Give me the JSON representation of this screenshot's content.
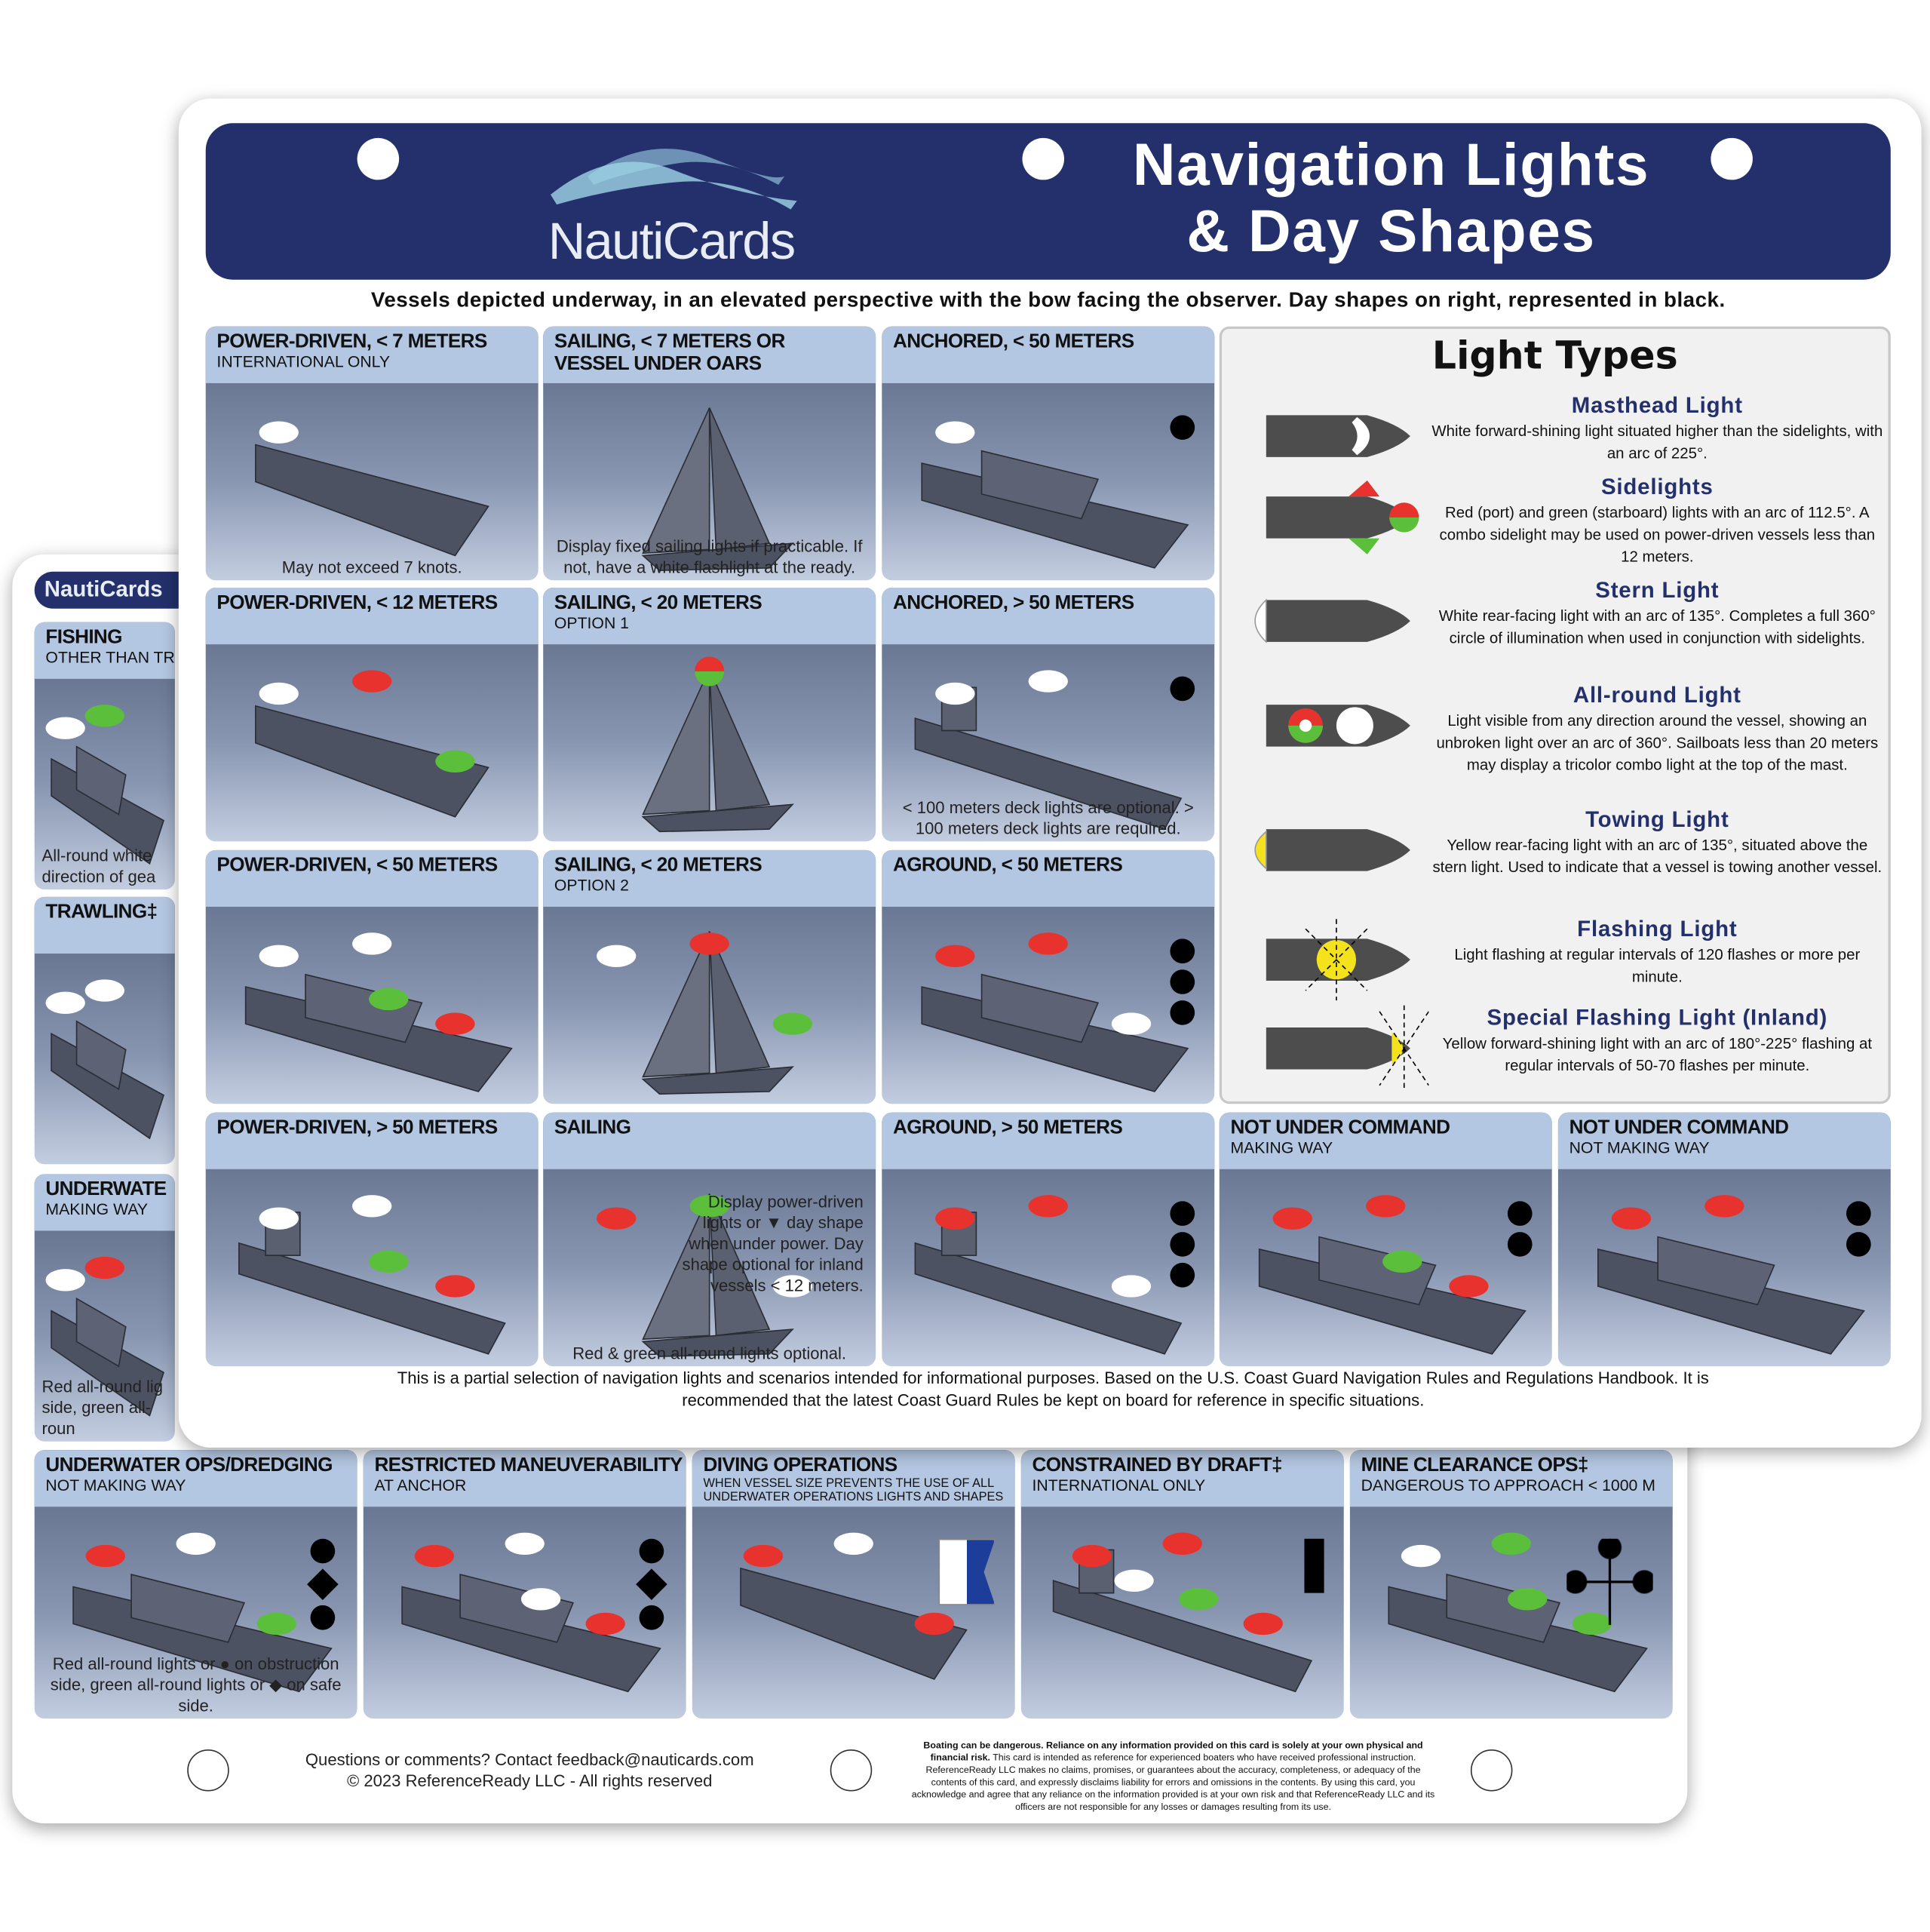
{
  "brand": "NautiCards",
  "front": {
    "title_line1": "Navigation Lights",
    "title_line2": "& Day Shapes",
    "subtitle": "Vessels depicted underway, in an elevated perspective with the bow facing the observer. Day shapes on right, represented in black.",
    "tiles": [
      {
        "title": "POWER-DRIVEN, < 7 METERS",
        "sub": "INTERNATIONAL ONLY",
        "note": "May not exceed 7 knots.",
        "ship": "skiff",
        "lights": [
          "white"
        ],
        "shapes": []
      },
      {
        "title": "SAILING, < 7 METERS OR",
        "sub": "VESSEL UNDER OARS",
        "note": "Display fixed sailing lights if practicable. If not, have a white flashlight at the ready.",
        "ship": "dinghy",
        "lights": [],
        "shapes": [],
        "sub_bold": true
      },
      {
        "title": "ANCHORED, < 50 METERS",
        "sub": "",
        "note": "",
        "ship": "motor",
        "lights": [
          "white"
        ],
        "shapes": [
          "ball"
        ]
      },
      {
        "title": "POWER-DRIVEN, < 12 METERS",
        "sub": "",
        "note": "",
        "ship": "skiff",
        "lights": [
          "white",
          "red",
          "green"
        ],
        "shapes": []
      },
      {
        "title": "SAILING, < 20 METERS",
        "sub": "OPTION 1",
        "note": "",
        "ship": "sail",
        "lights": [
          "tricolor"
        ],
        "shapes": []
      },
      {
        "title": "ANCHORED, > 50 METERS",
        "sub": "",
        "note": "< 100 meters deck lights are optional. > 100 meters deck lights are required.",
        "ship": "tanker",
        "lights": [
          "white",
          "white"
        ],
        "shapes": [
          "ball"
        ]
      },
      {
        "title": "POWER-DRIVEN, < 50 METERS",
        "sub": "",
        "note": "",
        "ship": "motor",
        "lights": [
          "white",
          "white",
          "red",
          "green"
        ],
        "shapes": []
      },
      {
        "title": "SAILING, < 20 METERS",
        "sub": "OPTION 2",
        "note": "",
        "ship": "sail",
        "lights": [
          "white",
          "red",
          "green"
        ],
        "shapes": []
      },
      {
        "title": "AGROUND, < 50 METERS",
        "sub": "",
        "note": "",
        "ship": "motor",
        "lights": [
          "red",
          "red",
          "white"
        ],
        "shapes": [
          "ball",
          "ball",
          "ball"
        ]
      },
      {
        "title": "POWER-DRIVEN, > 50 METERS",
        "sub": "",
        "note": "",
        "ship": "tanker",
        "lights": [
          "white",
          "white",
          "red",
          "green"
        ],
        "shapes": []
      },
      {
        "title": "SAILING",
        "sub": "",
        "note": "Red & green all-round lights optional.",
        "side": "Display power-driven lights or ▼ day shape when under power. Day shape optional for inland vessels < 12 meters.",
        "ship": "sail",
        "lights": [
          "red",
          "green",
          "white"
        ],
        "shapes": []
      },
      {
        "title": "AGROUND, > 50 METERS",
        "sub": "",
        "note": "",
        "ship": "tanker",
        "lights": [
          "red",
          "red",
          "white"
        ],
        "shapes": [
          "ball",
          "ball",
          "ball"
        ]
      },
      {
        "title": "NOT UNDER COMMAND",
        "sub": "MAKING WAY",
        "note": "",
        "ship": "motor",
        "lights": [
          "red",
          "red",
          "red",
          "green"
        ],
        "shapes": [
          "ball",
          "ball"
        ]
      },
      {
        "title": "NOT UNDER COMMAND",
        "sub": "NOT MAKING WAY",
        "note": "",
        "ship": "motor",
        "lights": [
          "red",
          "red"
        ],
        "shapes": [
          "ball",
          "ball"
        ]
      }
    ],
    "light_types": {
      "heading": "Light Types",
      "items": [
        {
          "name": "Masthead Light",
          "desc": "White forward-shining light situated higher than the sidelights, with an arc of 225°.",
          "icon": "masthead"
        },
        {
          "name": "Sidelights",
          "desc": "Red (port) and green (starboard) lights with an arc of 112.5°. A combo sidelight may be used on power-driven vessels less than 12 meters.",
          "icon": "sidelights"
        },
        {
          "name": "Stern Light",
          "desc": "White rear-facing light with an arc of 135°. Completes a full 360° circle of illumination when used in conjunction with sidelights.",
          "icon": "stern"
        },
        {
          "name": "All-round Light",
          "desc": "Light visible from any direction around the vessel, showing an unbroken light over an arc of 360°. Sailboats less than 20 meters may display a tricolor combo light at the top of the mast.",
          "icon": "allround"
        },
        {
          "name": "Towing Light",
          "desc": "Yellow rear-facing light with an arc of 135°, situated above the stern light. Used to indicate that a vessel is towing another vessel.",
          "icon": "towing"
        },
        {
          "name": "Flashing Light",
          "desc": "Light flashing at regular intervals of 120 flashes or more per minute.",
          "icon": "flashing"
        },
        {
          "name": "Special Flashing Light (Inland)",
          "desc": "Yellow forward-shining light with an arc of 180°-225° flashing at regular intervals of 50-70 flashes per minute.",
          "icon": "special"
        }
      ]
    },
    "disclaimer": "This is a partial selection of navigation lights and scenarios intended for informational purposes. Based on the U.S. Coast Guard Navigation Rules and Regulations Handbook. It is recommended that the latest Coast Guard Rules be kept on board for reference in specific situations."
  },
  "back": {
    "left_tiles": [
      {
        "title": "FISHING",
        "sub": "OTHER THAN TR",
        "note": "All-round white direction of gea",
        "ship": "trawler",
        "lights": [
          "white",
          "green"
        ],
        "shapes": []
      },
      {
        "title": "TRAWLING‡",
        "sub": "",
        "note": "",
        "ship": "trawler",
        "lights": [
          "white",
          "white"
        ],
        "shapes": []
      },
      {
        "title": "UNDERWATE",
        "sub": "MAKING WAY",
        "note": "Red all-round lig side, green all-roun",
        "ship": "dredge",
        "lights": [
          "white",
          "red"
        ],
        "shapes": []
      }
    ],
    "bottom_tiles": [
      {
        "title": "UNDERWATER OPS/DREDGING",
        "sub": "NOT MAKING WAY",
        "note": "Red all-round lights or ● on obstruction side, green all-round lights or ◆ on safe side.",
        "ship": "dredge",
        "lights": [
          "red",
          "white",
          "green"
        ],
        "shapes": [
          "ball",
          "dia",
          "ball"
        ]
      },
      {
        "title": "RESTRICTED MANEUVERABILITY",
        "sub": "AT ANCHOR",
        "note": "",
        "ship": "trawler",
        "lights": [
          "red",
          "white",
          "red",
          "white"
        ],
        "shapes": [
          "ball",
          "dia",
          "ball"
        ]
      },
      {
        "title": "DIVING OPERATIONS",
        "sub": "WHEN VESSEL SIZE PREVENTS THE USE OF ALL UNDERWATER OPERATIONS LIGHTS AND SHAPES",
        "note": "",
        "ship": "skiff",
        "lights": [
          "red",
          "white",
          "red"
        ],
        "shapes": [
          "flag-alpha"
        ]
      },
      {
        "title": "CONSTRAINED BY DRAFT‡",
        "sub": "INTERNATIONAL ONLY",
        "note": "",
        "ship": "tanker",
        "lights": [
          "red",
          "red",
          "red",
          "green",
          "white"
        ],
        "shapes": [
          "cyl"
        ]
      },
      {
        "title": "MINE CLEARANCE OPS‡",
        "sub": "DANGEROUS TO APPROACH < 1000 M",
        "note": "",
        "ship": "trawler",
        "lights": [
          "white",
          "green",
          "green",
          "green"
        ],
        "shapes": [
          "cross"
        ]
      }
    ],
    "contact": "Questions or comments? Contact feedback@nauticards.com",
    "copyright": "© 2023 ReferenceReady LLC  -  All rights reserved",
    "legal_bold": "Boating can be dangerous. Reliance on any information provided on this card is solely at your own physical and financial risk.",
    "legal": "This card is intended as reference for experienced boaters who have received professional instruction. ReferenceReady LLC makes no claims, promises, or guarantees about the accuracy, completeness, or adequacy of the contents of this card, and expressly disclaims liability for errors and omissions in the contents. By using this card, you acknowledge and agree that any reliance on the information provided is at your own risk and that ReferenceReady LLC and its officers are not responsible for any losses or damages resulting from its use."
  },
  "colors": {
    "navy": "#23306b",
    "tile_header": "#b4c7e2",
    "red": "#e8322e",
    "green": "#5cbf3c",
    "white": "#ffffff",
    "yellow": "#f3e21c"
  }
}
